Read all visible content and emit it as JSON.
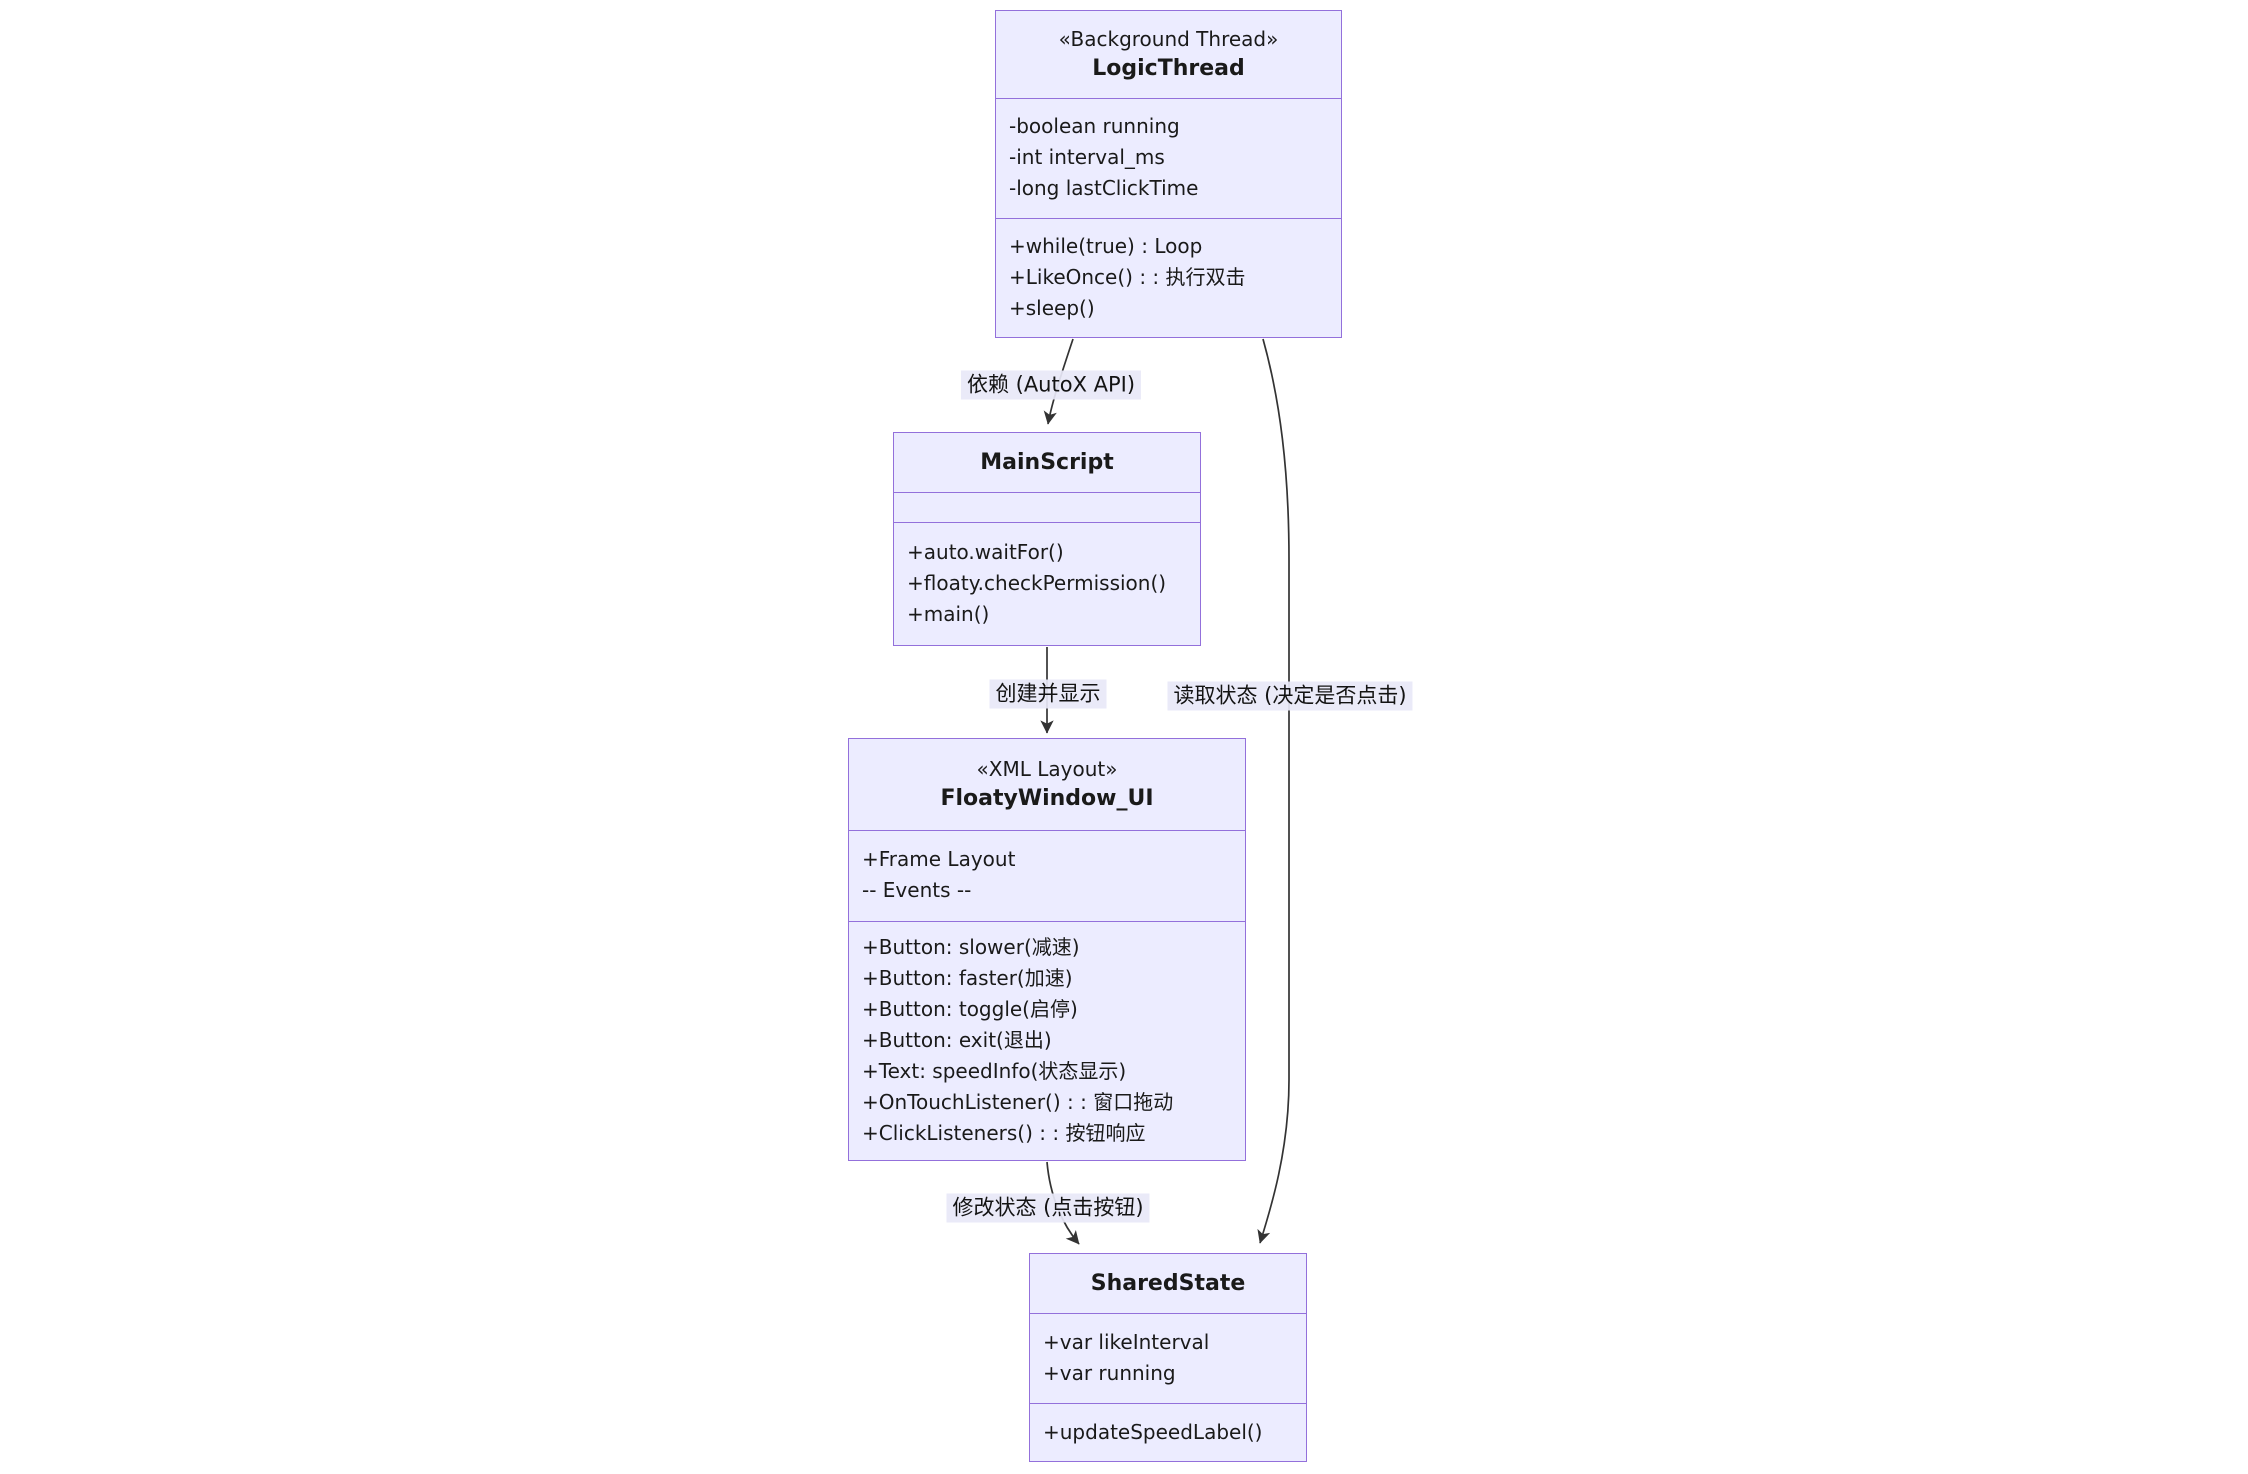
{
  "diagram": {
    "kind": "uml-class-diagram",
    "colors": {
      "node_fill": "#ECECFF",
      "node_border": "#9370DB",
      "edge_line": "#333333",
      "edge_label_bg": "#E8E8F7",
      "text": "#131313"
    },
    "classes": {
      "logic_thread": {
        "stereotype": "«Background Thread»",
        "name": "LogicThread",
        "attributes": [
          "-boolean running",
          "-int interval_ms",
          "-long lastClickTime"
        ],
        "methods": [
          "+while(true) : Loop",
          "+LikeOnce() : : 执行双击",
          "+sleep()"
        ]
      },
      "main_script": {
        "name": "MainScript",
        "attributes": [],
        "methods": [
          "+auto.waitFor()",
          "+floaty.checkPermission()",
          "+main()"
        ]
      },
      "floaty_window_ui": {
        "stereotype": "«XML Layout»",
        "name": "FloatyWindow_UI",
        "attributes": [
          "+Frame Layout",
          "-- Events --"
        ],
        "methods": [
          "+Button: slower(减速)",
          "+Button: faster(加速)",
          "+Button: toggle(启停)",
          "+Button: exit(退出)",
          "+Text: speedInfo(状态显示)",
          "+OnTouchListener() : : 窗口拖动",
          "+ClickListeners() : : 按钮响应"
        ]
      },
      "shared_state": {
        "name": "SharedState",
        "attributes": [
          "+var likeInterval",
          "+var running"
        ],
        "methods": [
          "+updateSpeedLabel()"
        ]
      }
    },
    "edges": {
      "logic_to_main": {
        "from": "LogicThread",
        "to": "MainScript",
        "label": "依赖 (AutoX API)"
      },
      "main_to_floaty": {
        "from": "MainScript",
        "to": "FloatyWindow_UI",
        "label": "创建并显示"
      },
      "logic_to_shared": {
        "from": "LogicThread",
        "to": "SharedState",
        "label": "读取状态 (决定是否点击)"
      },
      "floaty_to_shared": {
        "from": "FloatyWindow_UI",
        "to": "SharedState",
        "label": "修改状态 (点击按钮)"
      }
    }
  }
}
